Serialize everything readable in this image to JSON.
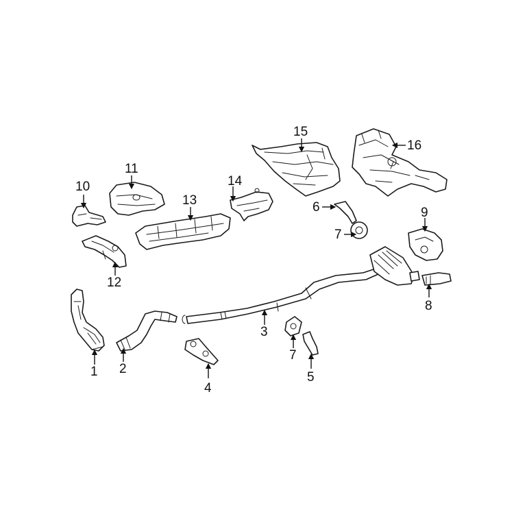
{
  "diagram": {
    "line_color": "#1a1a1a",
    "background": "#ffffff",
    "callouts": [
      {
        "id": "c1",
        "label": "1"
      },
      {
        "id": "c2",
        "label": "2"
      },
      {
        "id": "c3",
        "label": "3"
      },
      {
        "id": "c4",
        "label": "4"
      },
      {
        "id": "c5",
        "label": "5"
      },
      {
        "id": "c6",
        "label": "6"
      },
      {
        "id": "c7a",
        "label": "7"
      },
      {
        "id": "c7b",
        "label": "7"
      },
      {
        "id": "c8",
        "label": "8"
      },
      {
        "id": "c9",
        "label": "9"
      },
      {
        "id": "c10",
        "label": "10"
      },
      {
        "id": "c11",
        "label": "11"
      },
      {
        "id": "c12",
        "label": "12"
      },
      {
        "id": "c13",
        "label": "13"
      },
      {
        "id": "c14",
        "label": "14"
      },
      {
        "id": "c15",
        "label": "15"
      },
      {
        "id": "c16",
        "label": "16"
      }
    ]
  }
}
